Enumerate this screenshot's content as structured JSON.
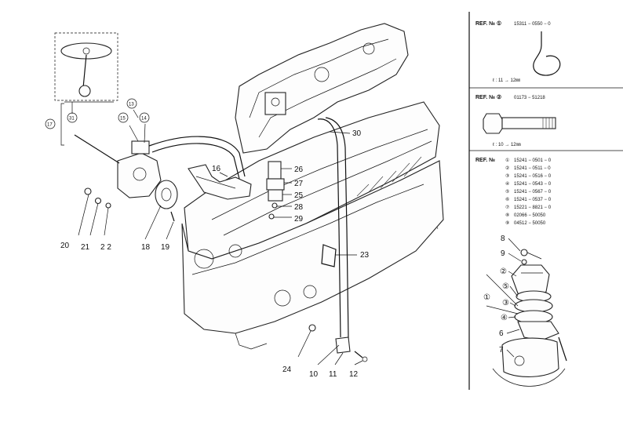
{
  "main_callouts": [
    {
      "id": "c-10",
      "label": "10"
    },
    {
      "id": "c-11",
      "label": "11"
    },
    {
      "id": "c-12",
      "label": "12"
    },
    {
      "id": "c-16",
      "label": "16"
    },
    {
      "id": "c-18",
      "label": "18"
    },
    {
      "id": "c-19",
      "label": "19"
    },
    {
      "id": "c-20",
      "label": "20"
    },
    {
      "id": "c-21",
      "label": "21"
    },
    {
      "id": "c-22",
      "label": "2 2"
    },
    {
      "id": "c-23",
      "label": "23"
    },
    {
      "id": "c-24",
      "label": "24"
    },
    {
      "id": "c-25",
      "label": "25"
    },
    {
      "id": "c-26",
      "label": "26"
    },
    {
      "id": "c-27",
      "label": "27"
    },
    {
      "id": "c-28",
      "label": "28"
    },
    {
      "id": "c-29",
      "label": "29"
    },
    {
      "id": "c-30",
      "label": "30"
    }
  ],
  "circled_callouts": [
    {
      "id": "cc-13",
      "label": "13"
    },
    {
      "id": "cc-14",
      "label": "14"
    },
    {
      "id": "cc-15",
      "label": "15"
    },
    {
      "id": "cc-17",
      "label": "17"
    },
    {
      "id": "cc-31",
      "label": "31"
    }
  ],
  "ref_panel_1": {
    "title": "REF. № ①",
    "code": "15311 − 0550 − 0",
    "note": "ℓ : 11 → 12㎜"
  },
  "ref_panel_2": {
    "title": "REF. № ②",
    "code": "01173 − 51218",
    "note": "ℓ : 10 → 12㎜"
  },
  "ref_panel_3": {
    "title": "REF. №",
    "rows": [
      {
        "no": "①",
        "code": "15241 − 0501 − 0"
      },
      {
        "no": "②",
        "code": "15241 − 0511 − 0"
      },
      {
        "no": "③",
        "code": "15241 − 0516 − 0"
      },
      {
        "no": "④",
        "code": "15241 − 0543 − 0"
      },
      {
        "no": "⑤",
        "code": "15241 − 0567 − 0"
      },
      {
        "no": "⑥",
        "code": "15241 − 0537 − 0"
      },
      {
        "no": "⑦",
        "code": "15221 − 8821 − 0"
      },
      {
        "no": "⑧",
        "code": "02066 − 50050"
      },
      {
        "no": "⑨",
        "code": "04512 − 50050"
      }
    ]
  },
  "detail_callouts": [
    {
      "id": "d-8",
      "label": "8"
    },
    {
      "id": "d-9",
      "label": "9"
    },
    {
      "id": "d-2",
      "label": "②"
    },
    {
      "id": "d-5",
      "label": "⑤"
    },
    {
      "id": "d-1",
      "label": "①"
    },
    {
      "id": "d-3",
      "label": "③"
    },
    {
      "id": "d-4",
      "label": "④"
    },
    {
      "id": "d-6",
      "label": "6"
    },
    {
      "id": "d-7",
      "label": "7"
    }
  ]
}
